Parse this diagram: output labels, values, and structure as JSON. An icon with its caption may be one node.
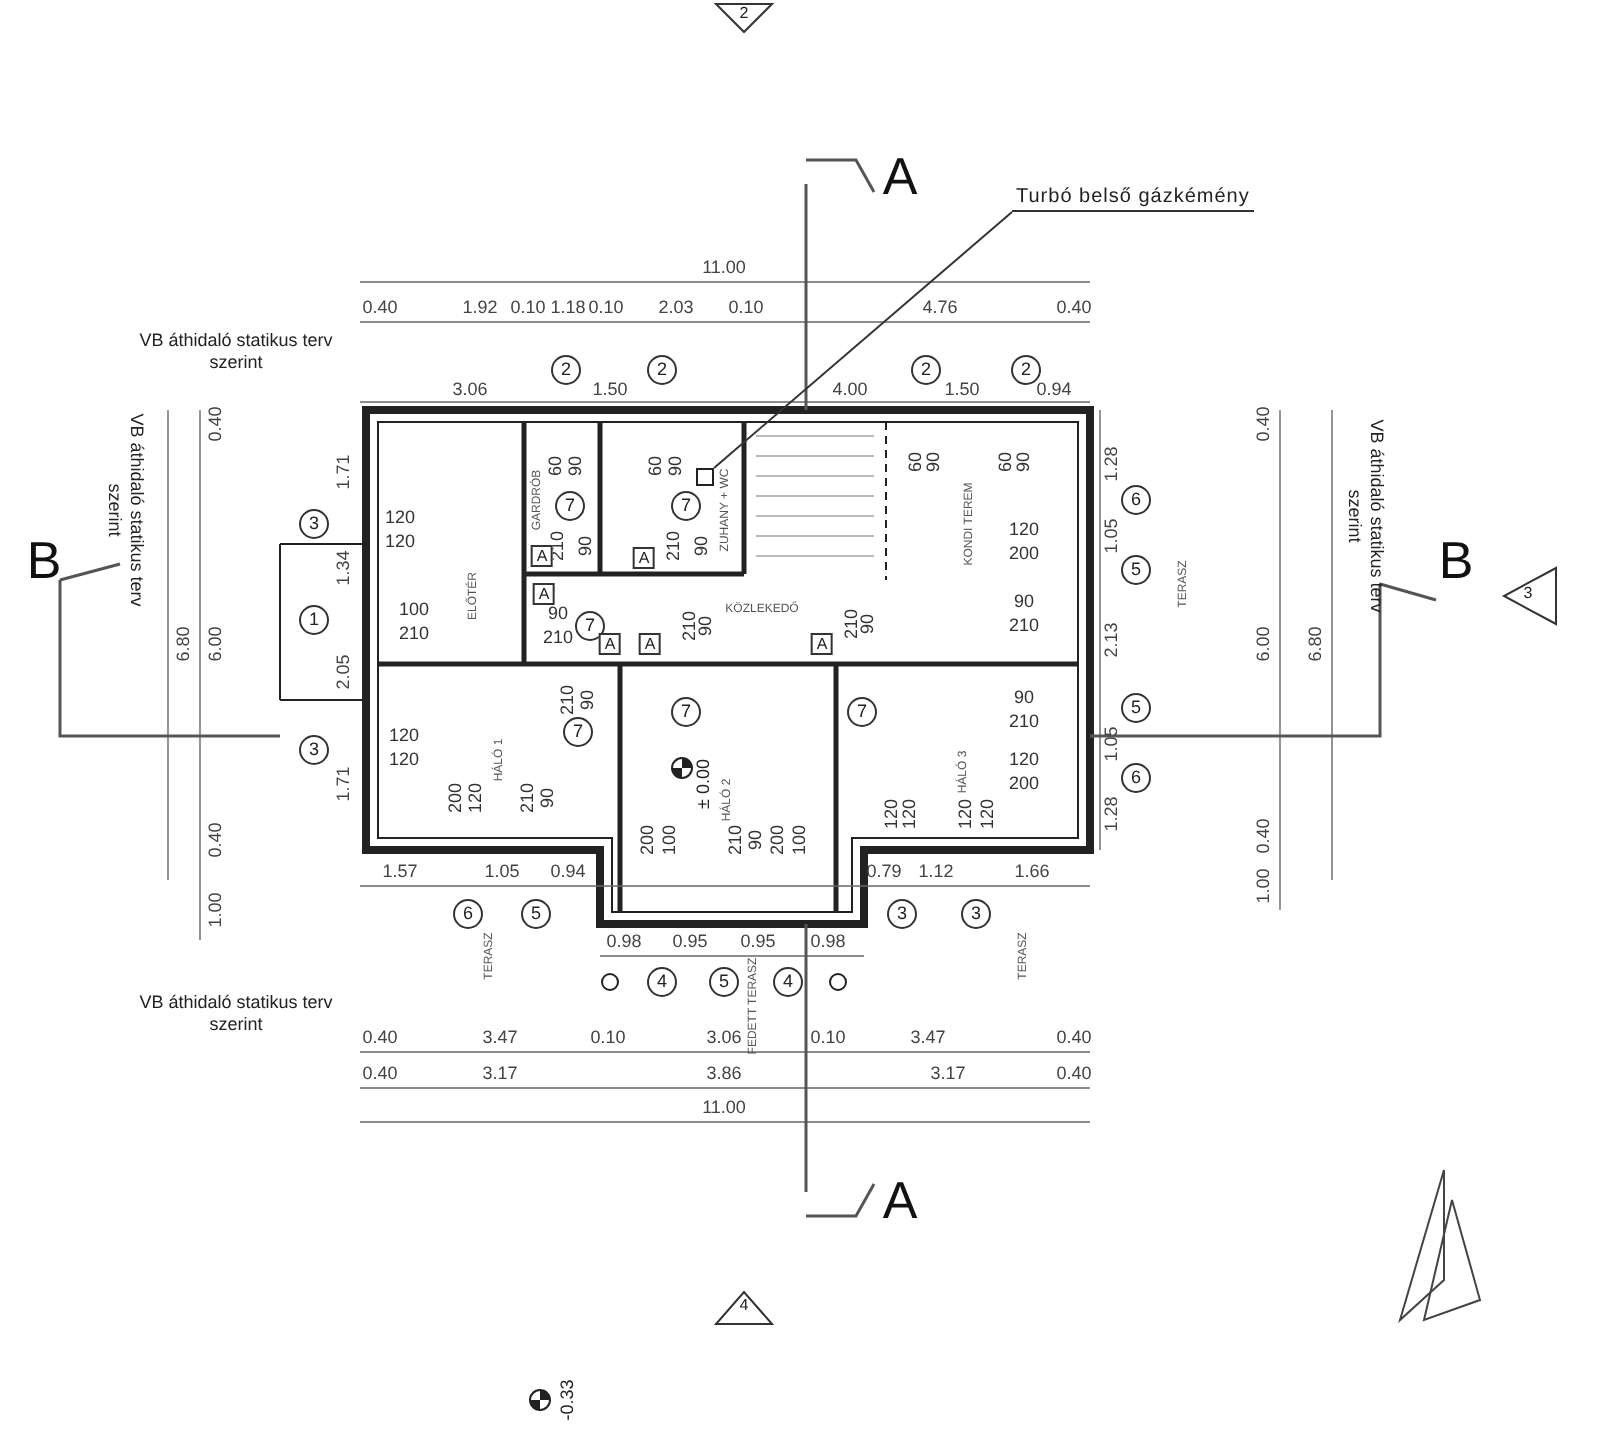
{
  "diagram": {
    "nodes": [
      {
        "text": [
          "Turbó belső gázkémény"
        ]
      },
      {
        "text": [],
        "shape": "box"
      }
    ],
    "edges": [
      {
        "from": 0,
        "to": 1,
        "arrow": "none"
      }
    ],
    "labels": [
      "2",
      "A",
      "11.00",
      "0.40",
      "1.92",
      "0.10",
      "1.18",
      "0.10",
      "2.03",
      "0.10",
      "4.76",
      "0.40",
      "VB áthidaló statikus terv szerint",
      "2",
      "2",
      "2",
      "2",
      "3.06",
      "1.50",
      "4.00",
      "1.50",
      "0.94",
      "VB áthidaló statikus terv szerint",
      "0.40",
      "VB áthidaló statikus terv szerint",
      "0.40",
      "1.71",
      "3",
      "1.34",
      "1",
      "2.05",
      "3",
      "1.71",
      "6.80",
      "6.00",
      "0.40",
      "1.00",
      "B",
      "B",
      "3",
      "1.28",
      "6",
      "1.05",
      "5",
      "2.13",
      "5",
      "1.05",
      "6",
      "1.28",
      "6.00",
      "6.80",
      "0.40",
      "1.00",
      "60",
      "90",
      "60",
      "90",
      "7",
      "210",
      "90",
      "7",
      "210",
      "90",
      "GARDRÓB",
      "ZUHANY + WC",
      "120",
      "120",
      "ELŐTÉR",
      "A",
      "A",
      "A",
      "100",
      "210",
      "90",
      "210",
      "7",
      "A",
      "A",
      "210",
      "90",
      "KÖZLEKEDŐ",
      "A",
      "210",
      "90",
      "60",
      "90",
      "60",
      "90",
      "KONDI TEREM",
      "120",
      "200",
      "90",
      "210",
      "TERASZ",
      "210",
      "90",
      "7",
      "7",
      "7",
      "90",
      "210",
      "120",
      "120",
      "HÁLÓ 1",
      "± 0.00",
      "HÁLÓ 2",
      "HÁLÓ 3",
      "120",
      "200",
      "200",
      "120",
      "210",
      "90",
      "200",
      "100",
      "210",
      "90",
      "200",
      "100",
      "120",
      "120",
      "120",
      "120",
      "1.57",
      "1.05",
      "0.94",
      "0.79",
      "1.12",
      "1.66",
      "6",
      "5",
      "3",
      "3",
      "TERASZ",
      "0.98",
      "0.95",
      "0.95",
      "0.98",
      "TERASZ",
      "4",
      "5",
      "FEDETT TERASZ",
      "4",
      "VB áthidaló statikus terv szerint",
      "0.40",
      "3.47",
      "0.10",
      "3.06",
      "0.10",
      "3.47",
      "0.40",
      "0.40",
      "3.17",
      "3.86",
      "3.17",
      "0.40",
      "11.00",
      "A",
      "4",
      "-0.33"
    ]
  }
}
